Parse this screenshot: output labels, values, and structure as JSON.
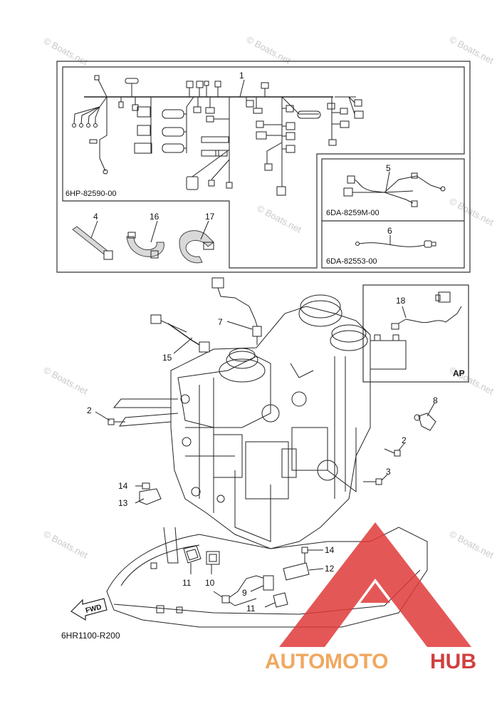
{
  "watermark": {
    "text": "© Boats.net",
    "copyright_symbol": "©",
    "brand": "Boats.net",
    "color": "#c9c9c9"
  },
  "kits": {
    "harness_kit": "6HP-82590-00",
    "sub_harness_kit": "6DA-8259M-00",
    "lead_kit": "6DA-82553-00",
    "ap_label": "AP"
  },
  "callouts": {
    "c1": "1",
    "c2a": "2",
    "c2b": "2",
    "c3": "3",
    "c4": "4",
    "c5": "5",
    "c6": "6",
    "c7": "7",
    "c8": "8",
    "c9": "9",
    "c10": "10",
    "c11a": "11",
    "c11b": "11",
    "c12": "12",
    "c13": "13",
    "c14a": "14",
    "c14b": "14",
    "c15": "15",
    "c16": "16",
    "c17": "17",
    "c18": "18"
  },
  "fwd_label": "FWD",
  "diagram_code": "6HR1100-R200",
  "logo": {
    "text_left": "AUTO",
    "text_mid": "MOTO",
    "text_right": "HUB",
    "color_left": "#f0a860",
    "color_right": "#d04040",
    "triangle_color": "#e03a3a"
  },
  "colors": {
    "line": "#222222",
    "background": "#ffffff"
  }
}
